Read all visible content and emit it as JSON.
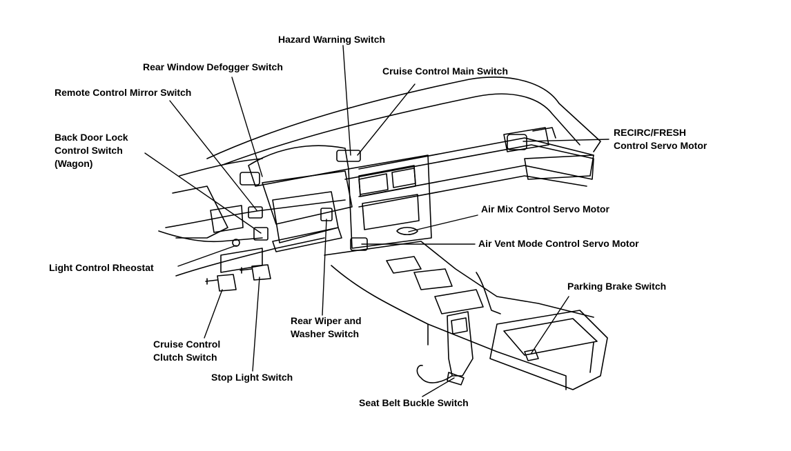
{
  "labels": {
    "hazard": [
      "Hazard Warning Switch"
    ],
    "rear_defogger": [
      "Rear Window Defogger Switch"
    ],
    "cruise_main": [
      "Cruise Control Main Switch"
    ],
    "remote_mirror": [
      "Remote Control Mirror Switch"
    ],
    "back_door": [
      "Back Door Lock",
      "Control Switch",
      "(Wagon)"
    ],
    "recirc": [
      "RECIRC/FRESH",
      "Control Servo Motor"
    ],
    "air_mix": [
      "Air Mix Control Servo Motor"
    ],
    "air_vent": [
      "Air Vent Mode Control Servo Motor"
    ],
    "light_rheostat": [
      "Light Control Rheostat"
    ],
    "parking_brake": [
      "Parking Brake Switch"
    ],
    "rear_wiper": [
      "Rear Wiper and",
      "Washer Switch"
    ],
    "cruise_clutch": [
      "Cruise Control",
      "Clutch Switch"
    ],
    "stop_light": [
      "Stop Light Switch"
    ],
    "seat_belt": [
      "Seat Belt Buckle Switch"
    ]
  }
}
